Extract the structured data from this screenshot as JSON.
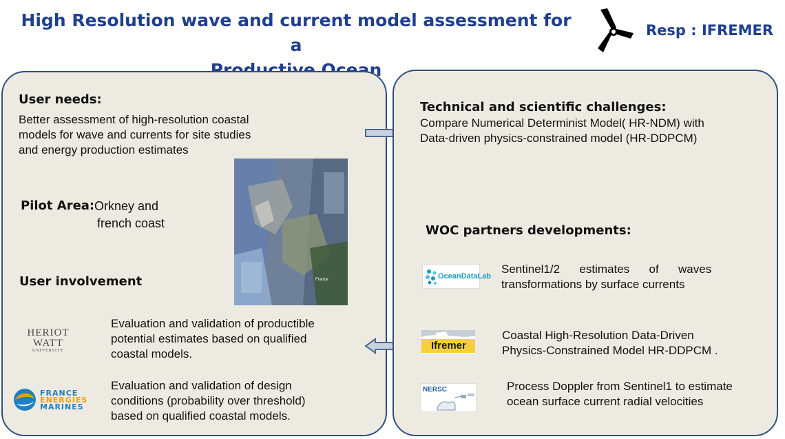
{
  "header": {
    "title_line1": "High Resolution wave and current model assessment for a",
    "title_line2": "Productive Ocean",
    "resp": "Resp : IFREMER",
    "resp_icon": "wind-turbine-icon"
  },
  "left": {
    "user_needs_heading": "User needs:",
    "user_needs_lines": [
      "Better assessment of high-resolution coastal",
      "models for wave and currents for site studies",
      "and energy production estimates"
    ],
    "pilot_area_label": "Pilot Area:",
    "pilot_area_value_line1": "Orkney and",
    "pilot_area_value_line2": "french coast",
    "user_involvement_heading": "User involvement",
    "map_labels": [
      "France"
    ],
    "partners": [
      {
        "logo_text_line1": "HERIOT",
        "logo_text_line2": "WATT",
        "logo_text_line3": "UNIVERSITY",
        "lines": [
          "Evaluation and validation of productible",
          "potential estimates based on qualified",
          "coastal models."
        ]
      },
      {
        "logo_text_line1": "FRANCE",
        "logo_text_line2": "ENERGIES",
        "logo_text_line3": "MARINES",
        "lines": [
          "Evaluation and validation of design",
          "conditions (probability over threshold)",
          "based on qualified coastal models."
        ]
      }
    ]
  },
  "right": {
    "challenges_heading": "Technical and scientific challenges:",
    "challenges_lines": [
      "Compare Numerical Determinist Model( HR-NDM) with",
      "Data-driven physics-constrained model (HR-DDPCM)"
    ],
    "woc_heading": "WOC partners developments:",
    "developments": [
      {
        "logo_text": "OceanDataLab",
        "lines": [
          "Sentinel1/2      estimates      of      waves",
          "transformations by surface currents"
        ]
      },
      {
        "logo_text": "Ifremer",
        "lines": [
          "Coastal High-Resolution Data-Driven",
          "Physics-Constrained Model HR-DDPCM ."
        ]
      },
      {
        "logo_text": "NERSC",
        "lines": [
          "Process Doppler from Sentinel1 to estimate",
          "ocean surface current radial velocities"
        ]
      }
    ]
  },
  "colors": {
    "title": "#1f3f8f",
    "panel_bg": "#edebe1",
    "panel_border": "#2f4f7e",
    "arrow_fill": "#c9d3df",
    "arrow_stroke": "#4c6a8f"
  }
}
